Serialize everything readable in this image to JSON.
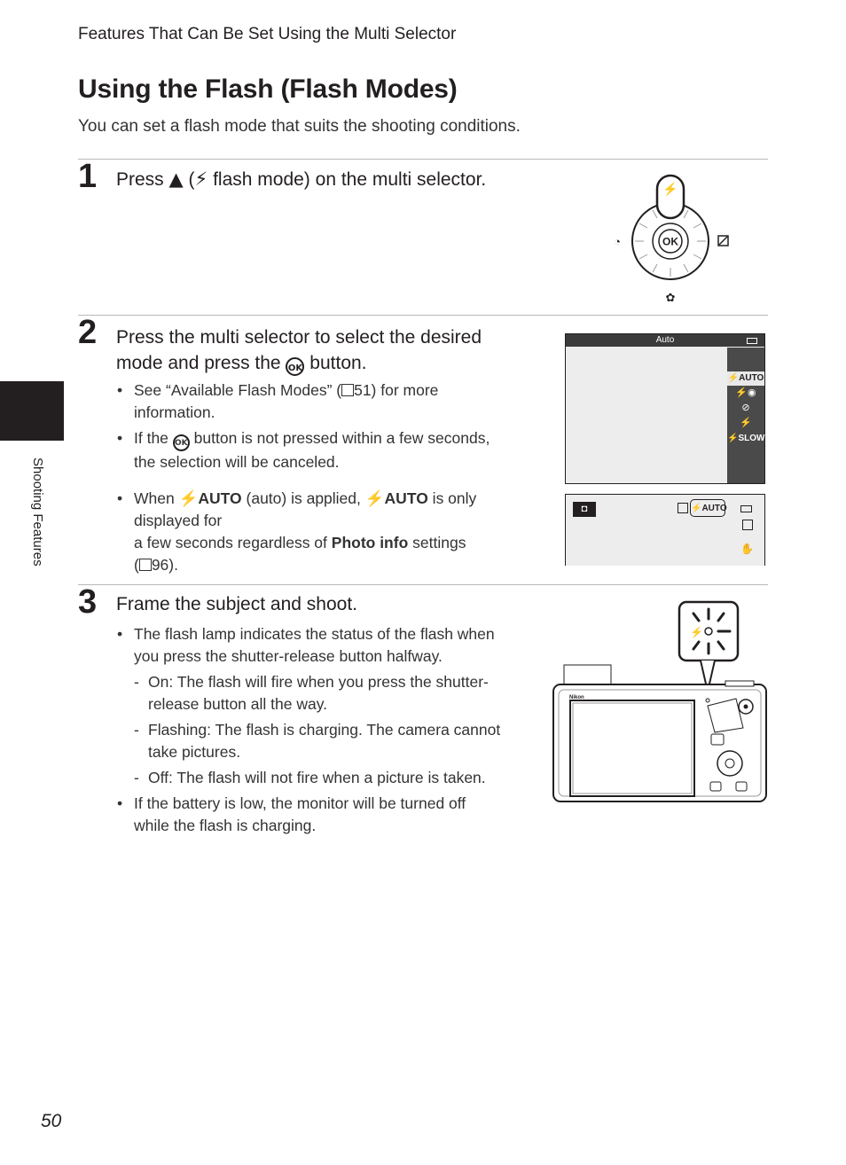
{
  "header": "Features That Can Be Set Using the Multi Selector",
  "title": "Using the Flash (Flash Modes)",
  "intro": "You can set a flash mode that suits the shooting conditions.",
  "side_label": "Shooting Features",
  "page_number": "50",
  "step1": {
    "number": "1",
    "text_a": "Press ",
    "text_b": " (",
    "text_c": " flash mode) on the multi selector."
  },
  "step2": {
    "number": "2",
    "title_a": "Press the multi selector to select the desired",
    "title_b": "mode and press the ",
    "title_c": " button.",
    "bullet1_a": "See “Available Flash Modes” (",
    "bullet1_b": "51) for more",
    "bullet1_c": "information.",
    "bullet2_a": "If the ",
    "bullet2_b": " button is not pressed within a few seconds,",
    "bullet2_c": "the selection will be canceled.",
    "bullet3_a": "When ",
    "bullet3_b": " (auto) is applied, ",
    "bullet3_c": " is only displayed for",
    "bullet3_d": "a few seconds regardless of ",
    "bullet3_bold": "Photo info",
    "bullet3_e": " settings",
    "bullet3_f": "(",
    "bullet3_g": "96)."
  },
  "step3": {
    "number": "3",
    "title": "Frame the subject and shoot.",
    "bullet1_a": "The flash lamp indicates the status of the flash when",
    "bullet1_b": "you press the shutter-release button halfway.",
    "sub1_a": "On: The flash will fire when you press the shutter-",
    "sub1_b": "release button all the way.",
    "sub2_a": "Flashing: The flash is charging. The camera cannot",
    "sub2_b": "take pictures.",
    "sub3": "Off: The flash will not fire when a picture is taken.",
    "bullet2_a": "If the battery is low, the monitor will be turned off",
    "bullet2_b": "while the flash is charging."
  },
  "menu_screen": {
    "header_label": "Auto",
    "options": [
      "AUTO",
      "",
      "",
      "",
      "SLOW"
    ]
  },
  "camera": {
    "brand": "Nikon"
  },
  "icons": {
    "up_arrow": "up-triangle-icon",
    "flash": "flash-icon",
    "ok": "ok-button-icon",
    "book": "book-reference-icon",
    "flash_auto": "flash-auto-icon"
  },
  "colors": {
    "text": "#231f20",
    "side_tab": "#231f20",
    "rule": "#b8b8b8"
  }
}
